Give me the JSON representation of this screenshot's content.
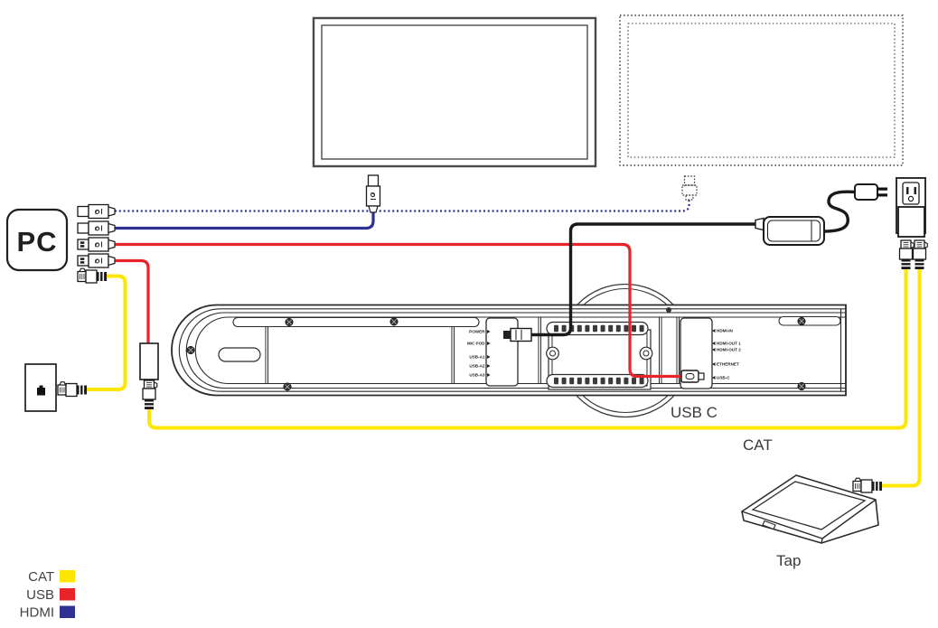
{
  "colors": {
    "cat": "#FFE600",
    "usb": "#E8232A",
    "hdmi": "#2E3192",
    "power": "#1a1a1a"
  },
  "pc": {
    "label": "PC"
  },
  "bar": {
    "left_port_labels": [
      "POWER",
      "MIC POD",
      "USB-A1",
      "USB-A2",
      "USB-A3"
    ],
    "right_port_labels": [
      "HDMI-IN",
      "HDMI-OUT 1",
      "HDMI-OUT 2",
      "ETHERNET",
      "USB-C"
    ]
  },
  "cable_labels": {
    "usb_c": "USB C",
    "cat": "CAT"
  },
  "tap": {
    "label": "Tap"
  },
  "legend": [
    {
      "label": "CAT",
      "color": "#FFE600"
    },
    {
      "label": "USB",
      "color": "#E8232A"
    },
    {
      "label": "HDMI",
      "color": "#2E3192"
    }
  ]
}
